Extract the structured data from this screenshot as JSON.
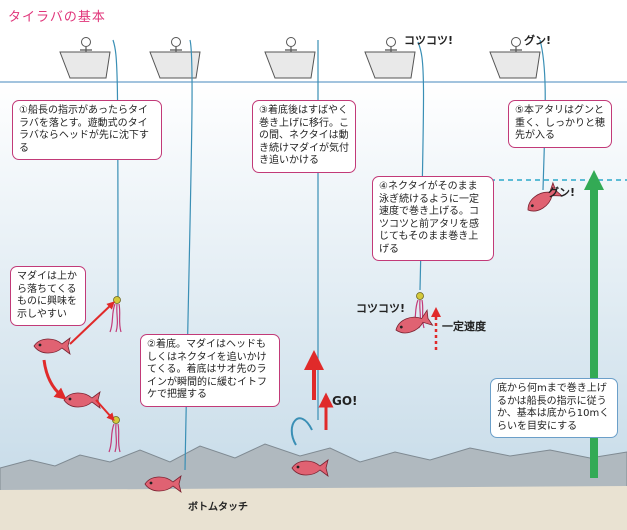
{
  "title": "タイラバの基本",
  "steps": {
    "s1": "①船長の指示があったらタイラバを落とす。遊動式のタイラバならヘッドが先に沈下する",
    "s2": "②着底。マダイはヘッドもしくはネクタイを追いかけてくる。着底はサオ先のラインが瞬間的に緩むイトフケで把握する",
    "s3": "③着底後はすばやく巻き上げに移行。この間、ネクタイは動き続けマダイが気付き追いかける",
    "s4": "④ネクタイがそのまま泳ぎ続けるように一定速度で巻き上げる。コツコツと前アタリを感じてもそのまま巻き上げる",
    "s5": "⑤本アタリはグンと重く、しっかりと穂先が入る"
  },
  "notes": {
    "madai": "マダイは上から落ちてくるものに興味を示しやすい",
    "depth": "底から何mまで巻き上げるかは船長の指示に従うか、基本は底から10mくらいを目安にする"
  },
  "labels": {
    "bottom_touch": "ボトムタッチ",
    "go": "GO!",
    "kotsu_top": "コツコツ!",
    "kotsu_mid": "コツコツ!",
    "constant": "一定速度",
    "gun_top": "グン!",
    "gun_mid": "グン!"
  },
  "colors": {
    "title": "#e0357a",
    "border": "#c23a78",
    "line": "#3a8fb5",
    "water_top": "#ffffff",
    "water_bottom": "#c8dce9",
    "seabed": "#b0b9bf",
    "arrow_red": "#e02a2a",
    "arrow_green": "#33aa55",
    "fish": "#e06272"
  }
}
